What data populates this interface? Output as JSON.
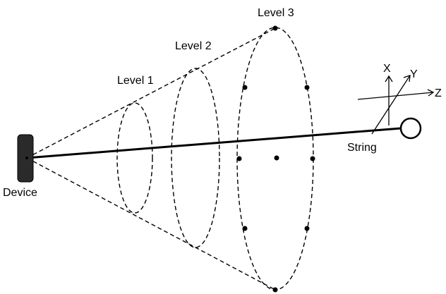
{
  "labels": {
    "level_1": "Level 1",
    "level_2": "Level 2",
    "level_3": "Level 3",
    "device": "Device",
    "string": "String",
    "axis_x": "X",
    "axis_y": "Y",
    "axis_z": "Z"
  },
  "colors": {
    "line": "#000000",
    "device_fill": "#2a2a2a",
    "background": "#ffffff"
  }
}
